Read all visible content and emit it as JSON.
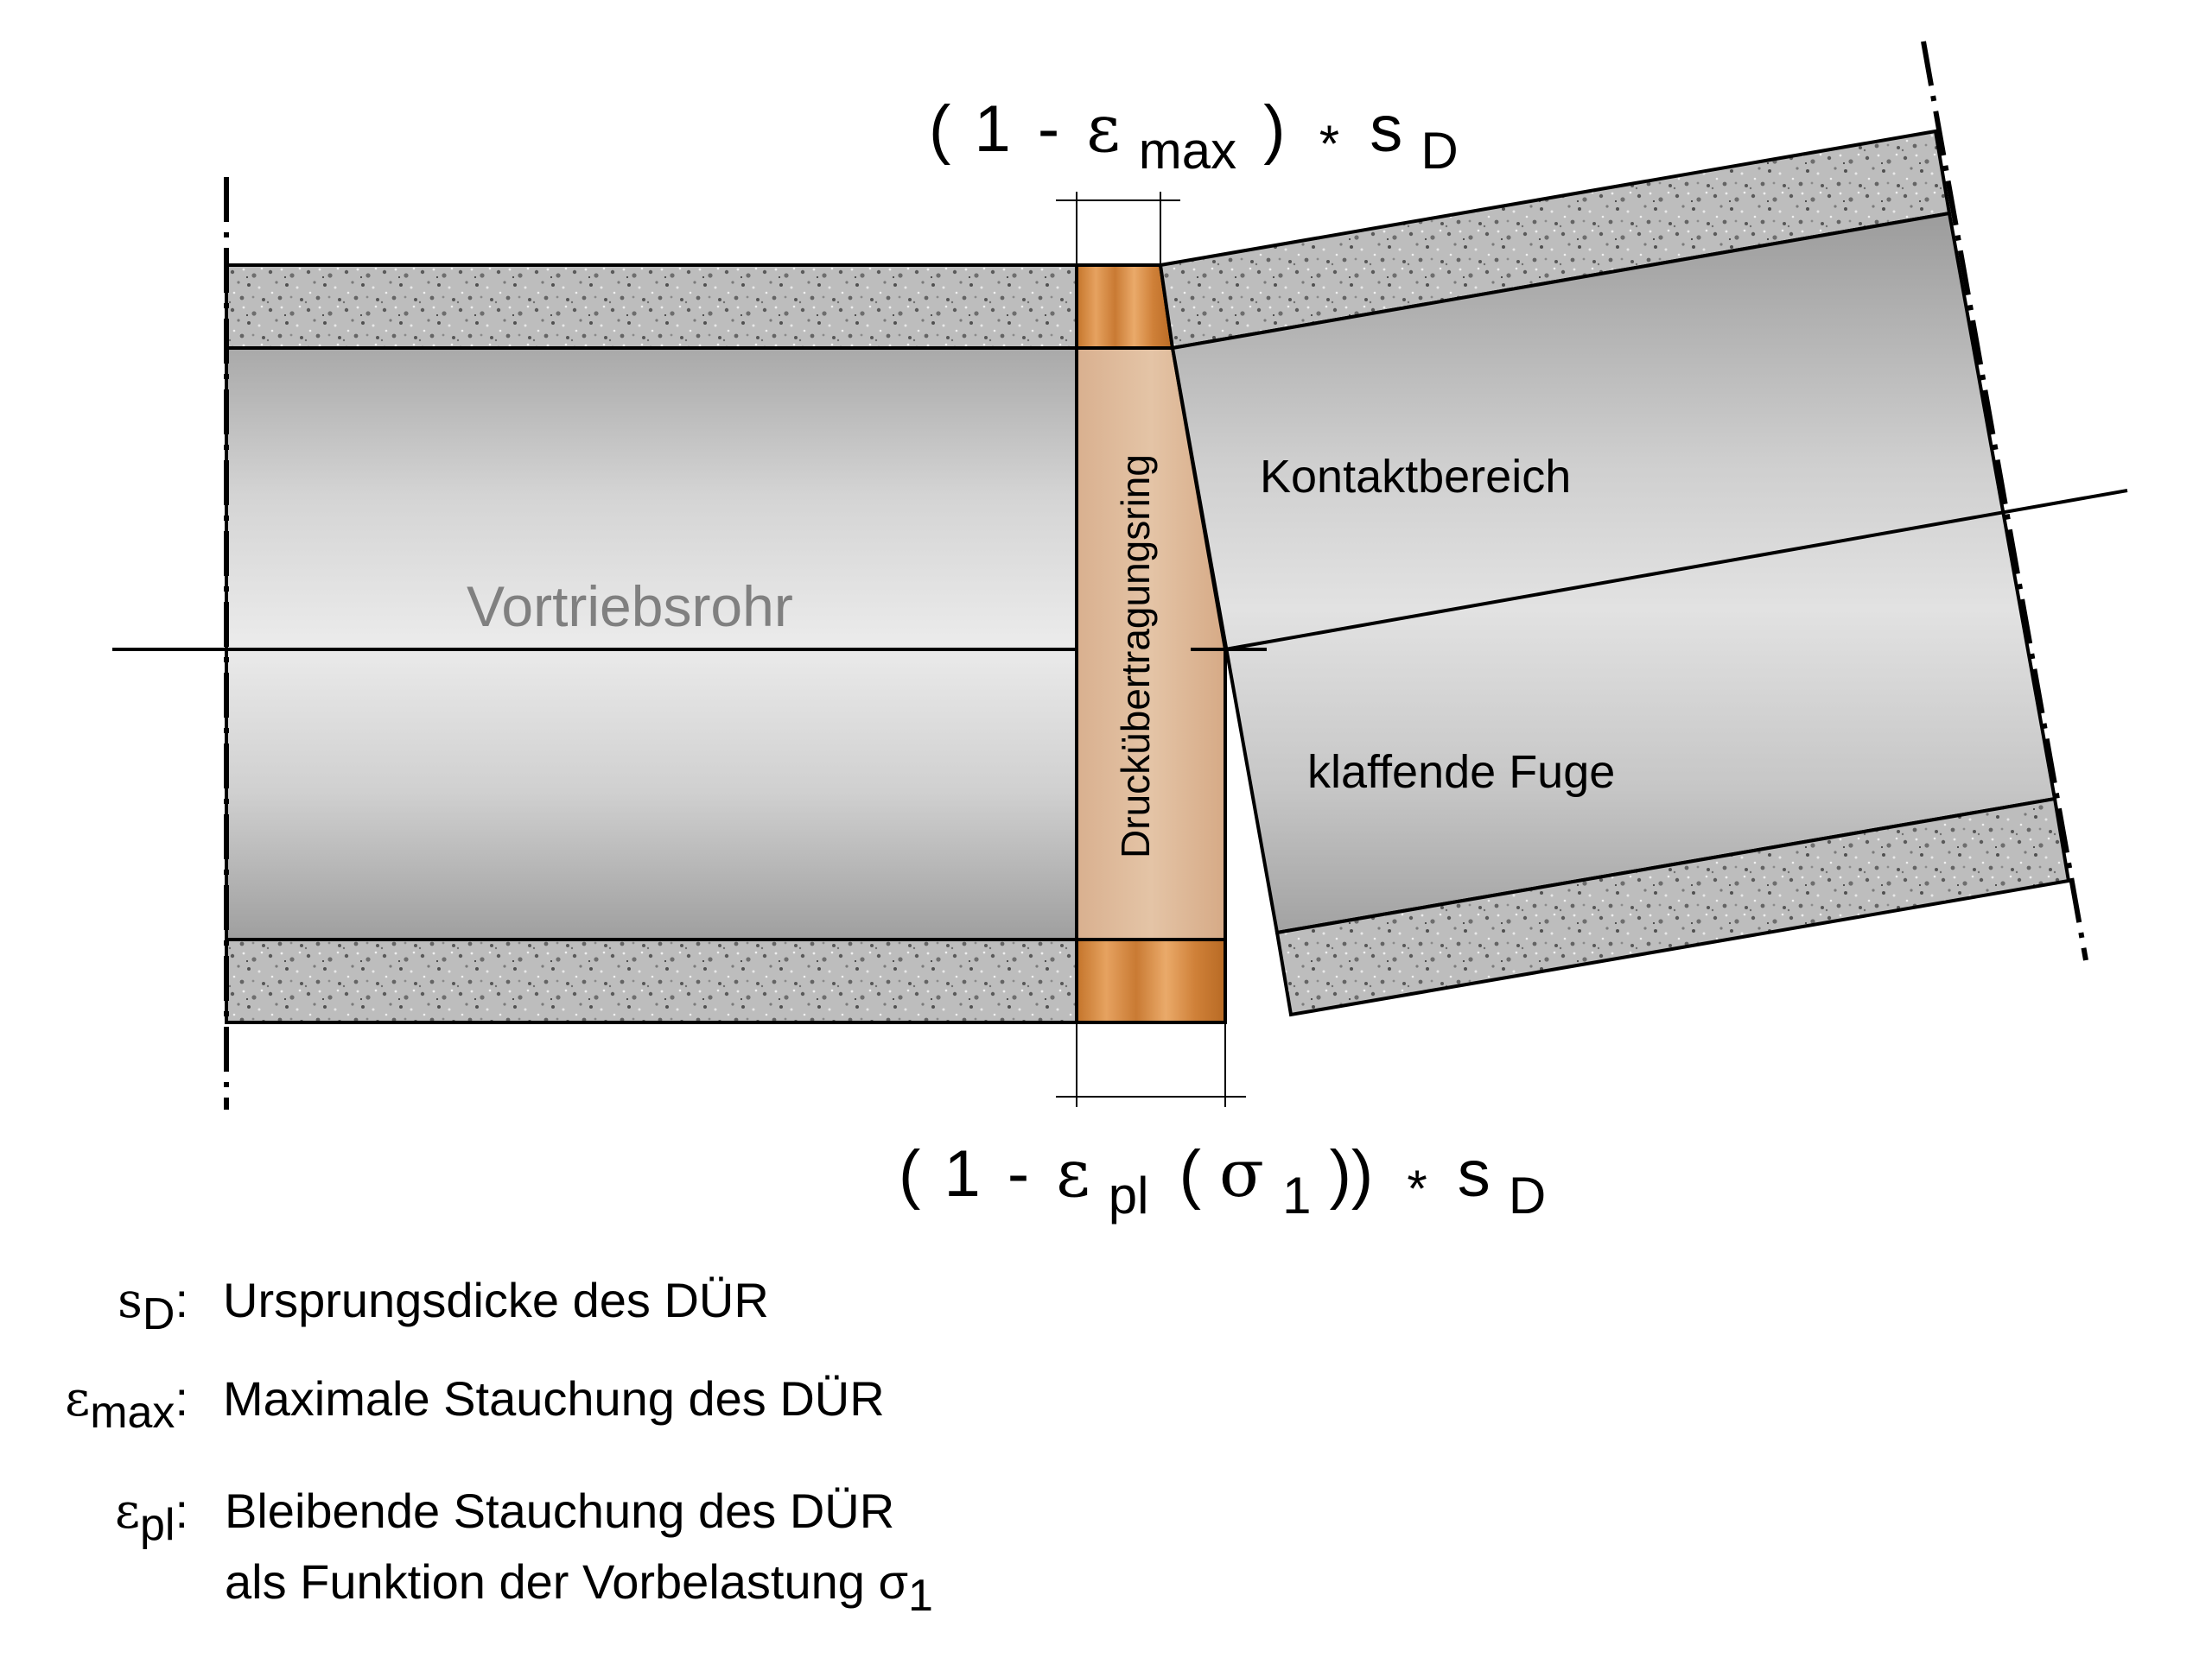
{
  "labels": {
    "pipe": "Vortriebsrohr",
    "ring": "Druckübertragungsring",
    "contact": "Kontaktbereich",
    "gap": "klaffende Fuge"
  },
  "formula_top": {
    "open": "(",
    "one": "1",
    "minus": "-",
    "eps": "ε",
    "eps_sub": "max",
    "close": ")",
    "times": "*",
    "s": "s",
    "s_sub": "D"
  },
  "formula_bottom": {
    "open": "(",
    "one": "1",
    "minus": "-",
    "eps": "ε",
    "eps_sub": "pl",
    "paren_open": "(",
    "sigma": "σ",
    "sigma_sub": "1",
    "paren_close": "))",
    "times": "*",
    "s": "s",
    "s_sub": "D"
  },
  "legend": [
    {
      "symbol": "s",
      "symbol_sub": "D",
      "colon": ":",
      "text": "Ursprungsdicke des DÜR"
    },
    {
      "symbol": "ε",
      "symbol_sub": "max",
      "colon": ":",
      "text": "Maximale Stauchung des DÜR"
    },
    {
      "symbol": "ε",
      "symbol_sub": "pl",
      "colon": ":",
      "text": "Bleibende Stauchung des DÜR",
      "text2": "als Funktion der Vorbelastung σ",
      "text2_sub": "1"
    }
  ],
  "colors": {
    "concrete": "#b9b9b9",
    "steel_light": "#e6e6e6",
    "steel_dark": "#a8a8a8",
    "wood": "#d48a3c",
    "wood_light": "#deb896",
    "pipe_label": "#808080"
  }
}
